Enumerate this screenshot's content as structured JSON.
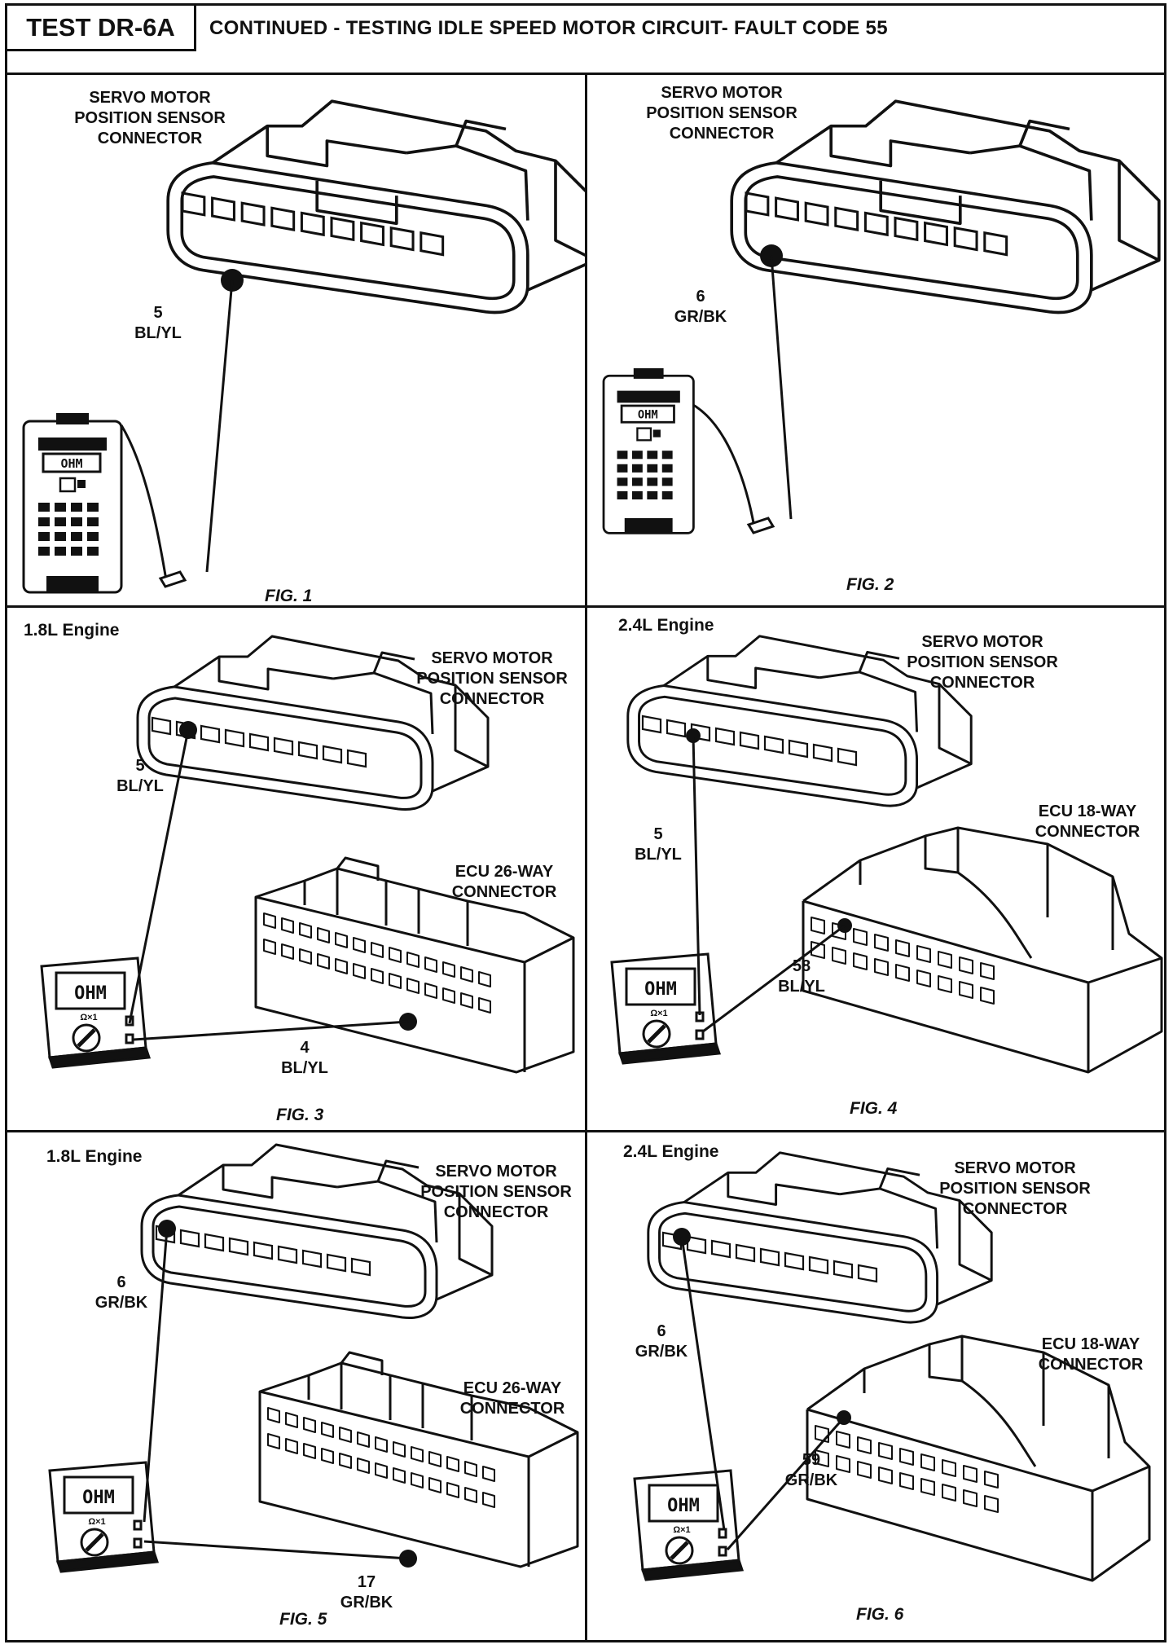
{
  "header": {
    "test_id": "TEST DR-6A",
    "title": "CONTINUED -  TESTING IDLE SPEED MOTOR CIRCUIT- FAULT CODE 55"
  },
  "meter": {
    "display": "OHM",
    "range": "Ω×1"
  },
  "panels": [
    {
      "fig": "FIG. 1",
      "engine": "",
      "connector_label": [
        "SERVO MOTOR",
        "POSITION SENSOR",
        "CONNECTOR"
      ],
      "pin": "5",
      "wire": "BL/YL"
    },
    {
      "fig": "FIG. 2",
      "engine": "",
      "connector_label": [
        "SERVO MOTOR",
        "POSITION SENSOR",
        "CONNECTOR"
      ],
      "pin": "6",
      "wire": "GR/BK"
    },
    {
      "fig": "FIG. 3",
      "engine": "1.8L Engine",
      "connector_label": [
        "SERVO MOTOR",
        "POSITION SENSOR",
        "CONNECTOR"
      ],
      "pin": "5",
      "wire": "BL/YL",
      "ecu_label": [
        "ECU 26-WAY",
        "CONNECTOR"
      ],
      "ecu_pin": "4",
      "ecu_wire": "BL/YL"
    },
    {
      "fig": "FIG. 4",
      "engine": "2.4L Engine",
      "connector_label": [
        "SERVO MOTOR",
        "POSITION SENSOR",
        "CONNECTOR"
      ],
      "pin": "5",
      "wire": "BL/YL",
      "ecu_label": [
        "ECU 18-WAY",
        "CONNECTOR"
      ],
      "ecu_pin": "58",
      "ecu_wire": "BL/YL"
    },
    {
      "fig": "FIG. 5",
      "engine": "1.8L Engine",
      "connector_label": [
        "SERVO MOTOR",
        "POSITION SENSOR",
        "CONNECTOR"
      ],
      "pin": "6",
      "wire": "GR/BK",
      "ecu_label": [
        "ECU 26-WAY",
        "CONNECTOR"
      ],
      "ecu_pin": "17",
      "ecu_wire": "GR/BK"
    },
    {
      "fig": "FIG. 6",
      "engine": "2.4L Engine",
      "connector_label": [
        "SERVO MOTOR",
        "POSITION SENSOR",
        "CONNECTOR"
      ],
      "pin": "6",
      "wire": "GR/BK",
      "ecu_label": [
        "ECU 18-WAY",
        "CONNECTOR"
      ],
      "ecu_pin": "59",
      "ecu_wire": "GR/BK"
    }
  ]
}
